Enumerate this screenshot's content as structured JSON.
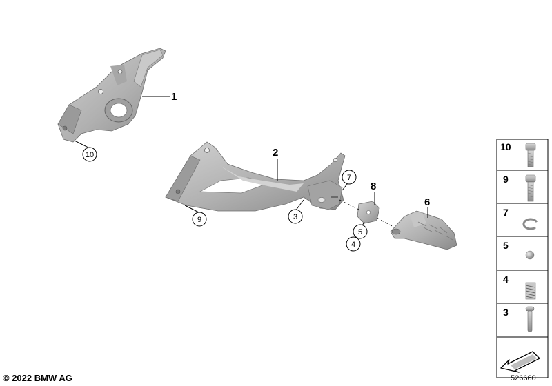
{
  "callouts": {
    "c1": "1",
    "c2": "2",
    "c3": "3",
    "c4": "4",
    "c5": "5",
    "c6": "6",
    "c7": "7",
    "c8": "8",
    "c9": "9",
    "c10": "10"
  },
  "legend": [
    {
      "number": "10",
      "part": "screw-icon"
    },
    {
      "number": "9",
      "part": "screw-icon"
    },
    {
      "number": "7",
      "part": "circlip-icon"
    },
    {
      "number": "5",
      "part": "ball-icon"
    },
    {
      "number": "4",
      "part": "spring-icon"
    },
    {
      "number": "3",
      "part": "pin-icon"
    }
  ],
  "footer": {
    "copyright": "© 2022 BMW AG",
    "diagram_id": "526660"
  },
  "colors": {
    "part_fill": "#b4b4b4",
    "part_shade": "#8f8f8f",
    "part_light": "#d6d6d6",
    "line": "#000000"
  }
}
